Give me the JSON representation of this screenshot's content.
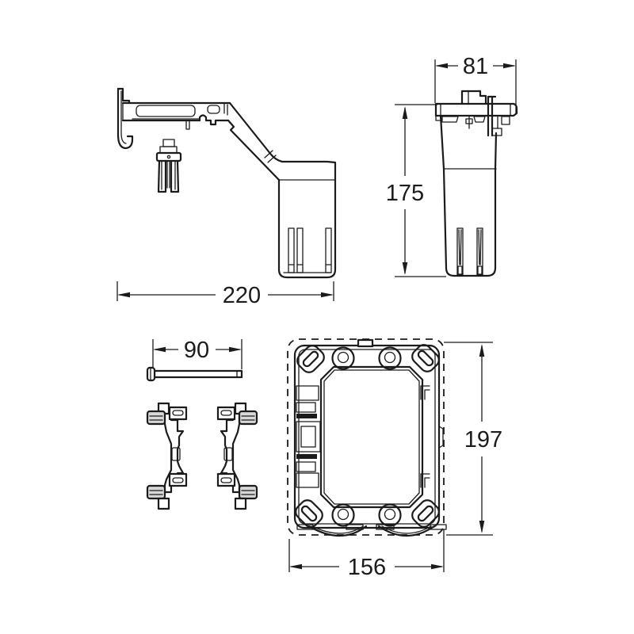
{
  "diagram": {
    "background": "#ffffff",
    "line_color": "#1b1b1b",
    "views": {
      "side_view": "bracket-with-container-side-view",
      "front_view": "container-front-view",
      "rod_view": "rod-side-view",
      "clips_view": "mounting-clips-pair",
      "frame_view": "mounting-frame-front-view"
    },
    "dim_labels": {
      "side_width": "220",
      "front_width": "81",
      "front_height": "175",
      "rod_length": "90",
      "frame_height": "197",
      "frame_width": "156"
    }
  }
}
